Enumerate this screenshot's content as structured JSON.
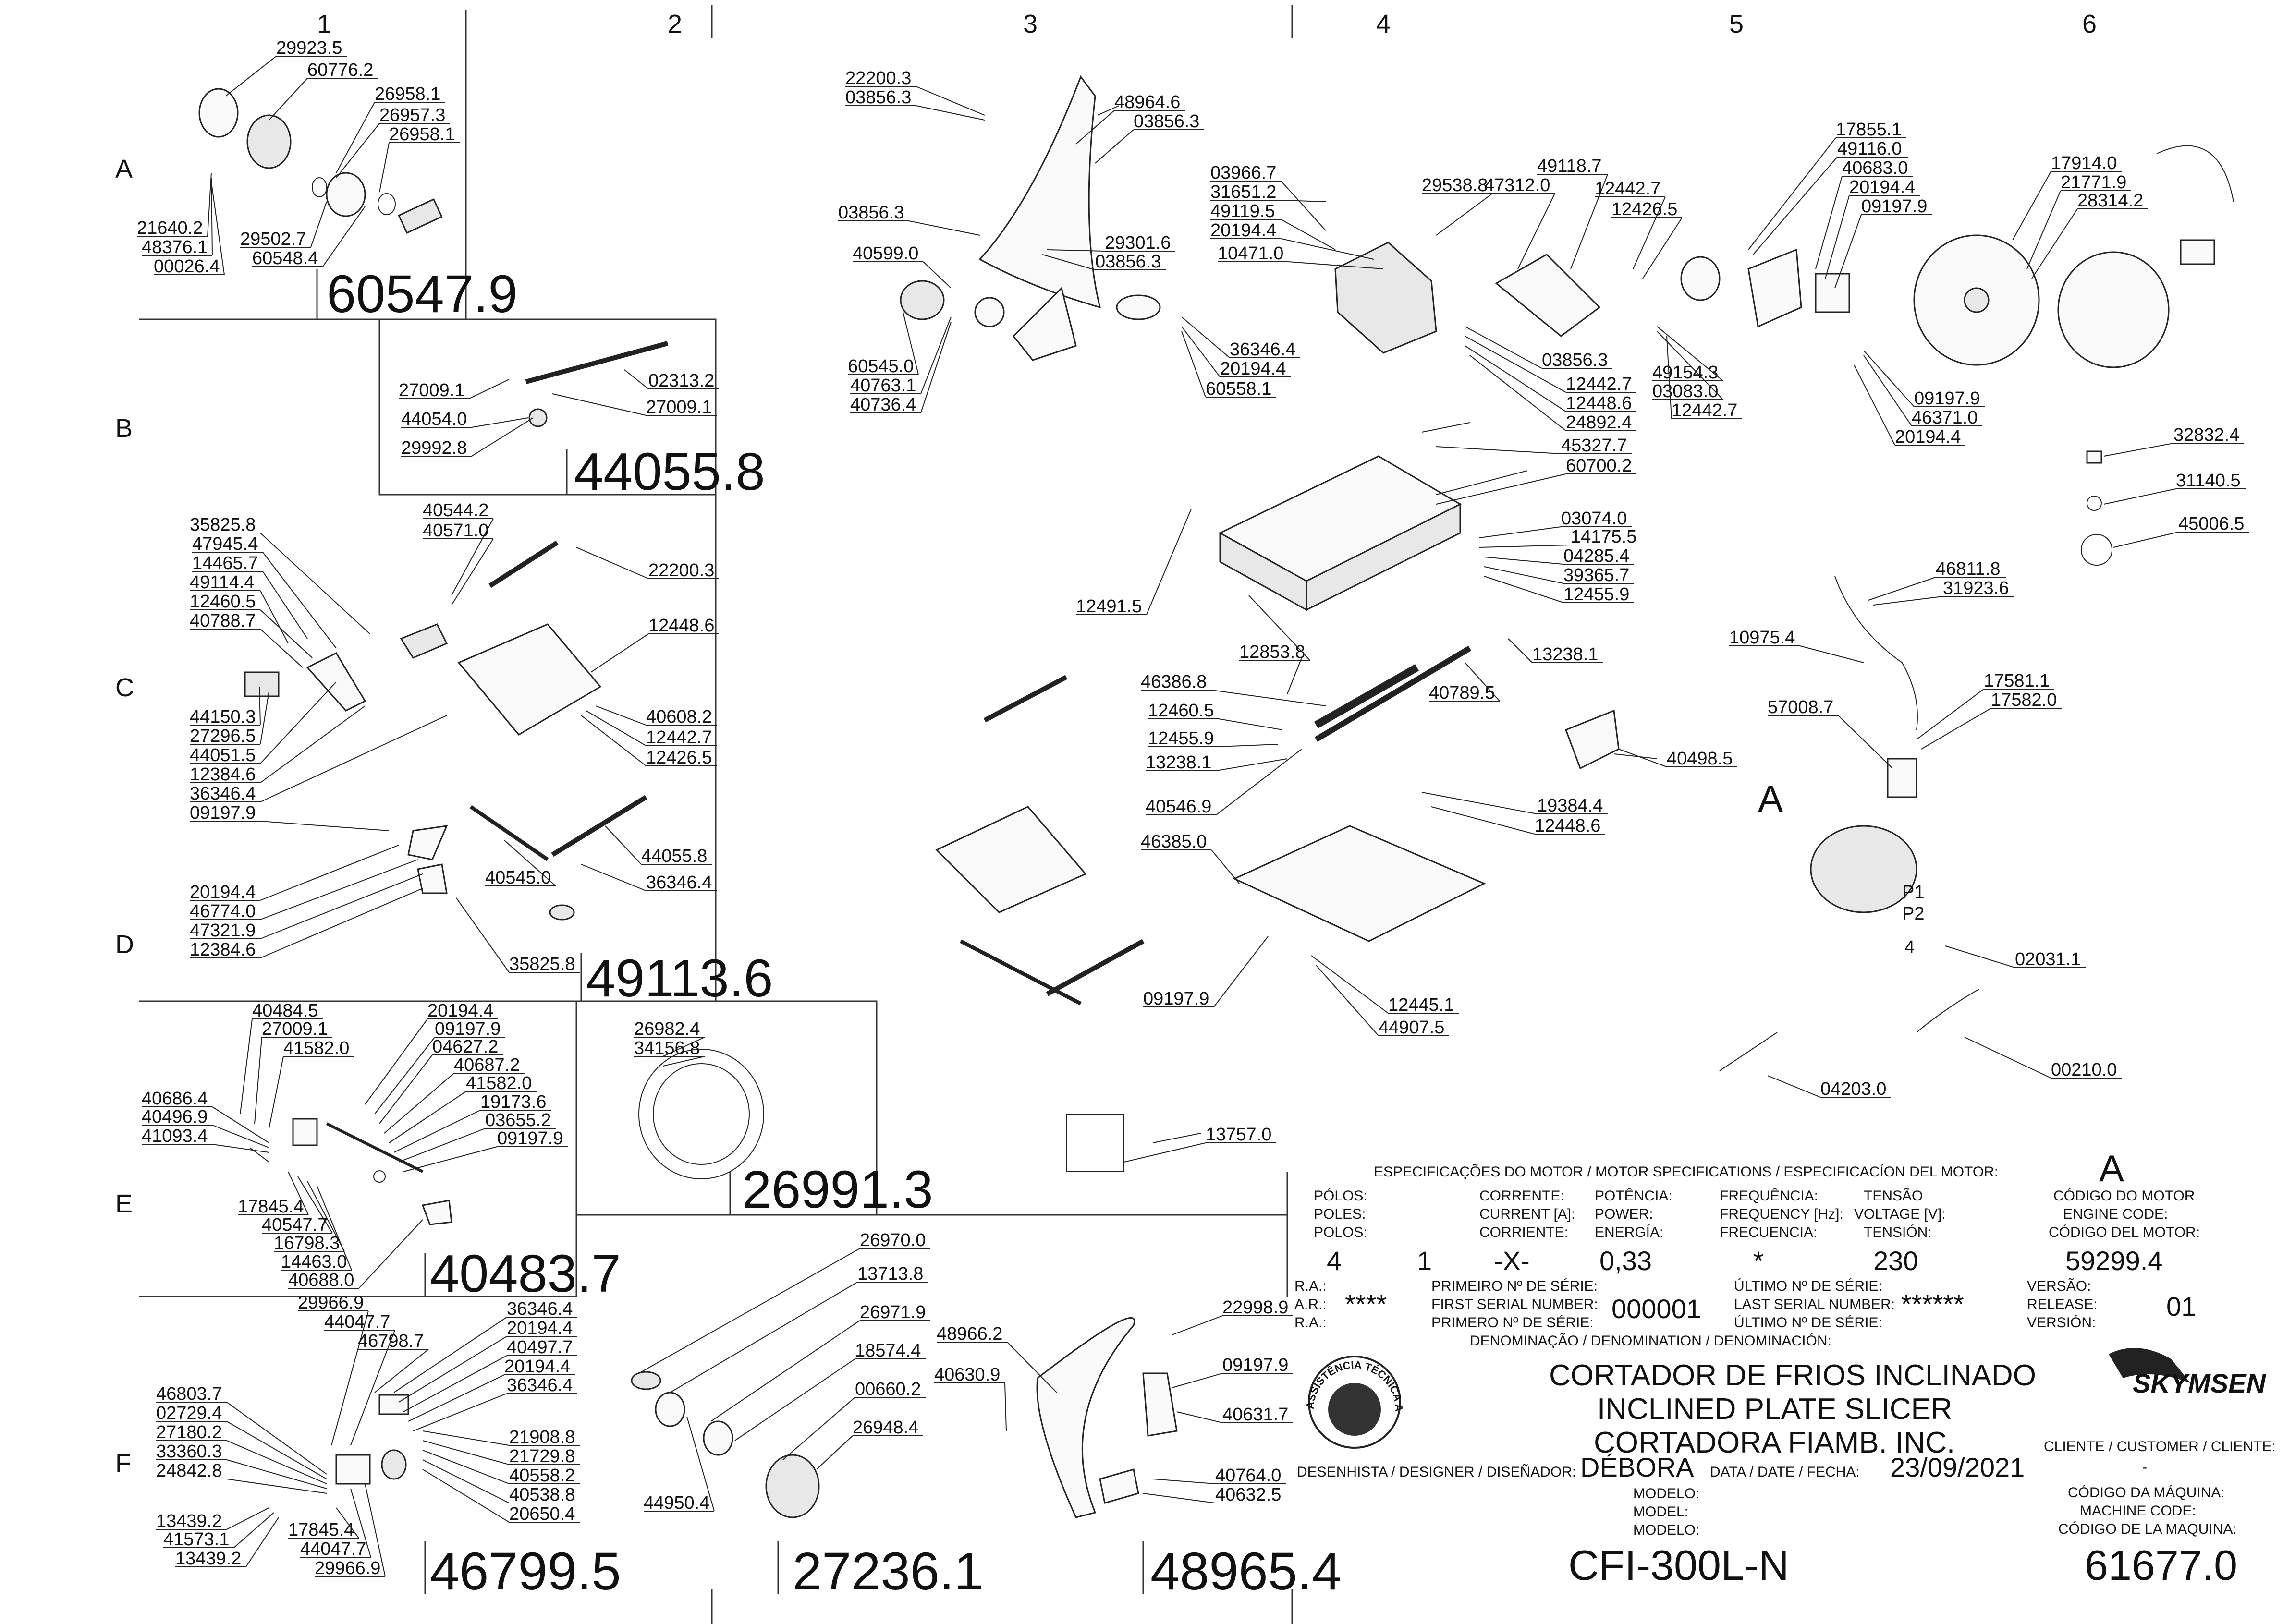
{
  "grid": {
    "columns": [
      "1",
      "2",
      "3",
      "4",
      "5",
      "6"
    ],
    "rows": [
      "A",
      "B",
      "C",
      "D",
      "E",
      "F"
    ]
  },
  "groups": [
    {
      "id": "g1",
      "code": "60547.9",
      "parts": [
        "29923.5",
        "60776.2",
        "26958.1",
        "26957.3",
        "26958.1",
        "21640.2",
        "48376.1",
        "00026.4",
        "29502.7",
        "60548.4"
      ]
    },
    {
      "id": "g2",
      "code": "44055.8",
      "parts": [
        "27009.1",
        "02313.2",
        "27009.1",
        "44054.0",
        "29992.8"
      ]
    },
    {
      "id": "g3",
      "code": "49113.6",
      "parts": [
        "35825.8",
        "47945.4",
        "14465.7",
        "49114.4",
        "12460.5",
        "40788.7",
        "40544.2",
        "40571.0",
        "22200.3",
        "12448.6",
        "44150.3",
        "27296.5",
        "44051.5",
        "12384.6",
        "36346.4",
        "09197.9",
        "40608.2",
        "12442.7",
        "12426.5",
        "20194.4",
        "46774.0",
        "47321.9",
        "12384.6",
        "40545.0",
        "44055.8",
        "36346.4",
        "35825.8"
      ]
    },
    {
      "id": "g4",
      "code": "40483.7",
      "parts": [
        "40484.5",
        "27009.1",
        "41582.0",
        "20194.4",
        "09197.9",
        "04627.2",
        "40687.2",
        "41582.0",
        "19173.6",
        "03655.2",
        "09197.9",
        "40686.4",
        "40496.9",
        "41093.4",
        "17845.4",
        "40547.7",
        "16798.3",
        "14463.0",
        "40688.0"
      ]
    },
    {
      "id": "g5",
      "code": "26991.3",
      "parts": [
        "26982.4",
        "34156.8"
      ]
    },
    {
      "id": "g6",
      "code": "46799.5",
      "parts": [
        "29966.9",
        "44047.7",
        "46798.7",
        "36346.4",
        "20194.4",
        "40497.7",
        "20194.4",
        "36346.4",
        "46803.7",
        "02729.4",
        "27180.2",
        "33360.3",
        "24842.8",
        "21908.8",
        "21729.8",
        "40558.2",
        "40538.8",
        "20650.4",
        "13439.2",
        "41573.1",
        "13439.2",
        "17845.4",
        "44047.7",
        "29966.9"
      ]
    },
    {
      "id": "g7",
      "code": "27236.1",
      "parts": [
        "26970.0",
        "13713.8",
        "26971.9",
        "18574.4",
        "00660.2",
        "26948.4",
        "44950.4"
      ]
    },
    {
      "id": "g8",
      "code": "48965.4",
      "parts": [
        "48966.2",
        "40630.9",
        "22998.9",
        "09197.9",
        "40631.7",
        "40764.0",
        "40632.5"
      ]
    }
  ],
  "main_parts": [
    "22200.3",
    "03856.3",
    "48964.6",
    "03856.3",
    "03856.3",
    "40599.0",
    "29301.6",
    "03856.3",
    "60545.0",
    "40763.1",
    "40736.4",
    "03966.7",
    "31651.2",
    "49119.5",
    "20194.4",
    "10471.0",
    "36346.4",
    "20194.4",
    "60558.1",
    "29538.8",
    "47312.0",
    "49118.7",
    "12442.7",
    "12426.5",
    "17855.1",
    "49116.0",
    "40683.0",
    "20194.4",
    "09197.9",
    "17914.0",
    "21771.9",
    "28314.2",
    "03856.3",
    "12442.7",
    "12448.6",
    "24892.4",
    "45327.7",
    "60700.2",
    "49154.3",
    "03083.0",
    "12442.7",
    "09197.9",
    "46371.0",
    "20194.4",
    "32832.4",
    "31140.5",
    "45006.5",
    "03074.0",
    "14175.5",
    "04285.4",
    "39365.7",
    "12455.9",
    "12491.5",
    "12853.8",
    "13238.1",
    "46811.8",
    "31923.6",
    "10975.4",
    "46386.8",
    "40789.5",
    "12460.5",
    "12455.9",
    "13238.1",
    "40546.9",
    "40498.5",
    "17581.1",
    "17582.0",
    "57008.7",
    "19384.4",
    "12448.6",
    "46385.0",
    "02031.1",
    "09197.9",
    "12445.1",
    "44907.5",
    "04203.0",
    "00210.0",
    "13757.0"
  ],
  "motor_marker": "A",
  "motor_terminals": [
    "P1",
    "P2",
    "4"
  ],
  "motor_spec": {
    "heading": "ESPECIFICAÇÕES DO MOTOR / MOTOR SPECIFICATIONS / ESPECIFICACÍON DEL MOTOR:",
    "marker": "A",
    "poles_label": [
      "PÓLOS:",
      "POLES:",
      "POLOS:"
    ],
    "current_label": [
      "CORRENTE:",
      "CURRENT [A]:",
      "CORRIENTE:"
    ],
    "power_label": [
      "POTÊNCIA:",
      "POWER:",
      "ENERGÍA:"
    ],
    "frequency_label": [
      "FREQUÊNCIA:",
      "FREQUENCY [Hz]:",
      "FRECUENCIA:"
    ],
    "voltage_label": [
      "TENSÃO",
      "VOLTAGE [V]:",
      "TENSIÓN:"
    ],
    "engine_code_label": [
      "CÓDIGO DO MOTOR",
      "ENGINE CODE:",
      "CÓDIGO DEL MOTOR:"
    ],
    "poles": "4",
    "current_a": "1",
    "current_b": "-X-",
    "power": "0,33",
    "frequency": "*",
    "voltage": "230",
    "engine_code": "59299.4"
  },
  "title_block": {
    "ra_label": [
      "R.A.:",
      "A.R.:",
      "R.A.:"
    ],
    "ra_value": "****",
    "first_serial_label": [
      "PRIMEIRO Nº DE SÉRIE:",
      "FIRST SERIAL NUMBER:",
      "PRIMERO Nº DE SÉRIE:"
    ],
    "first_serial": "000001",
    "last_serial_label": [
      "ÚLTIMO Nº DE SÉRIE:",
      "LAST SERIAL NUMBER:",
      "ÚLTIMO Nº DE SÉRIE:"
    ],
    "last_serial": "******",
    "version_label": [
      "VERSÃO:",
      "RELEASE:",
      "VERSIÓN:"
    ],
    "version": "01",
    "denomination_label": "DENOMINAÇÃO / DENOMINATION / DENOMINACIÓN:",
    "denomination": [
      "CORTADOR DE FRIOS INCLINADO",
      "INCLINED PLATE SLICER",
      "CORTADORA FIAMB. INC."
    ],
    "designer_label": "DESENHISTA / DESIGNER / DISEÑADOR:",
    "designer": "DÉBORA",
    "date_label": "DATA / DATE / FECHA:",
    "date": "23/09/2021",
    "model_label": [
      "MODELO:",
      "MODEL:",
      "MODELO:"
    ],
    "model": "CFI-300L-N",
    "customer_label": "CLIENTE / CUSTOMER / CLIENTE:",
    "customer": "-",
    "machine_code_label": [
      "CÓDIGO DA MÁQUINA:",
      "MACHINE CODE:",
      "CÓDIGO DE LA MAQUINA:"
    ],
    "machine_code": "61677.0",
    "brand": "SKYMSEN",
    "seal_text": "ASSISTÊNCIA TÉCNICA AUTORIZADA"
  }
}
